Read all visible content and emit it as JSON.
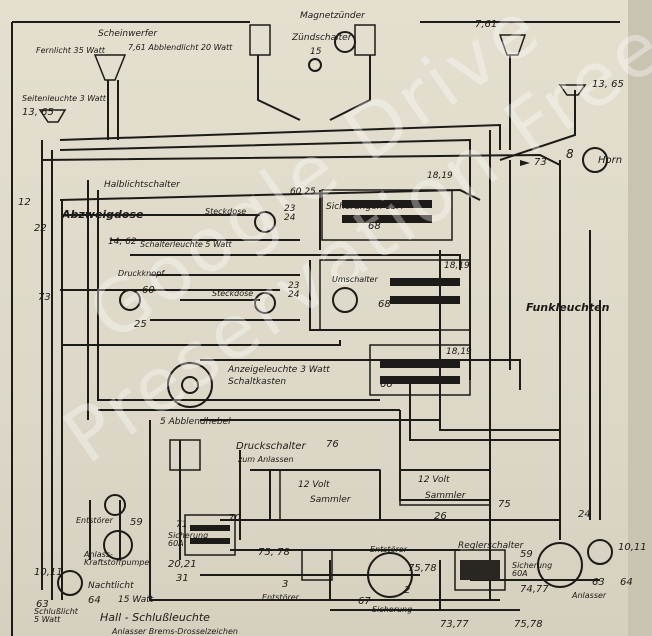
{
  "watermark": "Google Drive Preservation Free",
  "labels": {
    "scheinwerfer": "Scheinwerfer",
    "fernlicht": "Fernlicht 35 Watt",
    "abblendlicht": "7,61 Abblendlicht 20 Watt",
    "seitenleuchte": "Seitenleuchte 3 Watt",
    "n13_65_left": "13, 65",
    "magnetzuender": "Magnetzünder",
    "zuendschalter": "Zündschalter",
    "n15": "15",
    "n7_61_right": "7,61",
    "n13_65_right": "13, 65",
    "n73_top": "73",
    "n8": "8",
    "horn": "Horn",
    "n12": "12",
    "halblichtschalter": "Halblichtschalter",
    "abzweigdose": "Abzweigdose",
    "n22": "22",
    "steckdose1": "Steckdose",
    "n60_25": "60  25",
    "n23_24_a": "23\n24",
    "sicherungen": "Sicherungen 15A",
    "n18_19_a": "18,19",
    "n68_a": "68",
    "n14_62": "14, 62",
    "schaltereuchte": "Schalterleuchte 5 Watt",
    "druckknopf": "Druckknopf",
    "n60_b": "60",
    "n25_b": "25",
    "n73_left": "73",
    "steckdose2": "Steckdose",
    "n23_24_b": "23\n24",
    "umschalter": "Umschalter",
    "n18_19_b": "18,19",
    "n68_b": "68",
    "funkleuchten": "Funkleuchten",
    "anzeigeleuchte": "Anzeigeleuchte 3 Watt",
    "schaltkasten": "Schaltkasten",
    "n18_19_c": "18,19",
    "n68_c": "68",
    "n5_abblendhebel": "5 Abblendhebel",
    "druckschalter": "Druckschalter",
    "zum_anlassen": "zum Anlassen",
    "n76": "76",
    "n12_volt_a": "12 Volt",
    "sammler_a": "Sammler",
    "n12_volt_b": "12 Volt",
    "sammler_b": "Sammler",
    "n75": "75",
    "entstoerer_left": "Entstörer",
    "n59_left": "59",
    "anlasskraftstoffpumpe": "Anlass-\nKraftstoffpumpe",
    "n71": "71",
    "sicherung_60a": "Sicherung\n60A",
    "n70": "70",
    "n20_21": "20,21",
    "n31": "31",
    "n75_78_a": "75, 78",
    "n3": "3",
    "entstoerer_bottom": "Entstörer",
    "entstoerer_mid": "Entstörer",
    "n75_78_b": "75,78",
    "reglerschalter": "Reglerschalter",
    "n59_right": "59",
    "sicherung_right": "Sicherung\n60A",
    "n74_77": "74,77",
    "n26": "26",
    "n67": "67",
    "n2": "2",
    "sicherung_bottom": "Sicherung",
    "n24_right": "24",
    "n63": "63",
    "n64": "64",
    "anlasser": "Anlasser",
    "n10_11_right": "10,11",
    "n10_11_left": "10,11",
    "n63_left": "63",
    "n64_left": "64",
    "nachlicht": "Nachtlicht",
    "watt15": "15 Watt",
    "schlusslicht": "Schlußlicht\n5 Watt",
    "hall_schlussleuchte": "Hall - Schlußleuchte",
    "n73_77": "73,77",
    "n75_78_c": "75,78",
    "caption_bottom": "Anlasser Brems-Drosselzeichen"
  },
  "colors": {
    "paper": "#e1dccc",
    "ink": "#1c1a16"
  }
}
